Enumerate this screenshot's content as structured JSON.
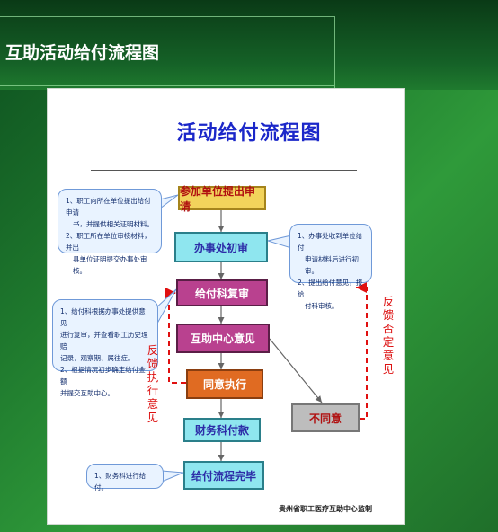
{
  "slide": {
    "title": "互助活动给付流程图"
  },
  "diagram": {
    "title": "活动给付流程图",
    "footer": "贵州省职工医疗互助中心监制",
    "steps": {
      "apply": "参加单位提出申请",
      "office_review": "办事处初审",
      "payment_review": "给付科复审",
      "center_opinion": "互助中心意见",
      "agree": "同意执行",
      "finance": "财务科付款",
      "done": "给付流程完毕",
      "disagree": "不同意"
    },
    "callouts": {
      "apply_note": [
        "1、职工向所在单位提出给付申请",
        "书，并提供相关证明材料。",
        "2、职工所在单位审核材料，并出",
        "具单位证明提交办事处审核。"
      ],
      "office_note": [
        "1、办事处收到单位给付",
        "申请材料后进行初审。",
        "2、提出给付意见，报给",
        "付科审核。"
      ],
      "review_note": [
        "1、给付科根据办事处提供意见",
        "进行复审，并查看职工历史理赔",
        "记录，观察期、属往症。",
        "2、根据情况初步确定给付金额",
        "并提交互助中心。"
      ],
      "finance_note": [
        "1、财务科进行给付。"
      ]
    },
    "side_labels": {
      "feedback_exec": "反馈执行意见",
      "feedback_reject": "反馈否定意见"
    },
    "colors": {
      "apply": "#f2d35b",
      "office_review": "#8fe6ef",
      "payment_review": "#b9418f",
      "center_opinion": "#b9418f",
      "agree": "#e06b22",
      "finance": "#8fe6ef",
      "done": "#8fe6ef",
      "disagree": "#bdbdbd",
      "feedback_arrow": "#e01010"
    }
  }
}
